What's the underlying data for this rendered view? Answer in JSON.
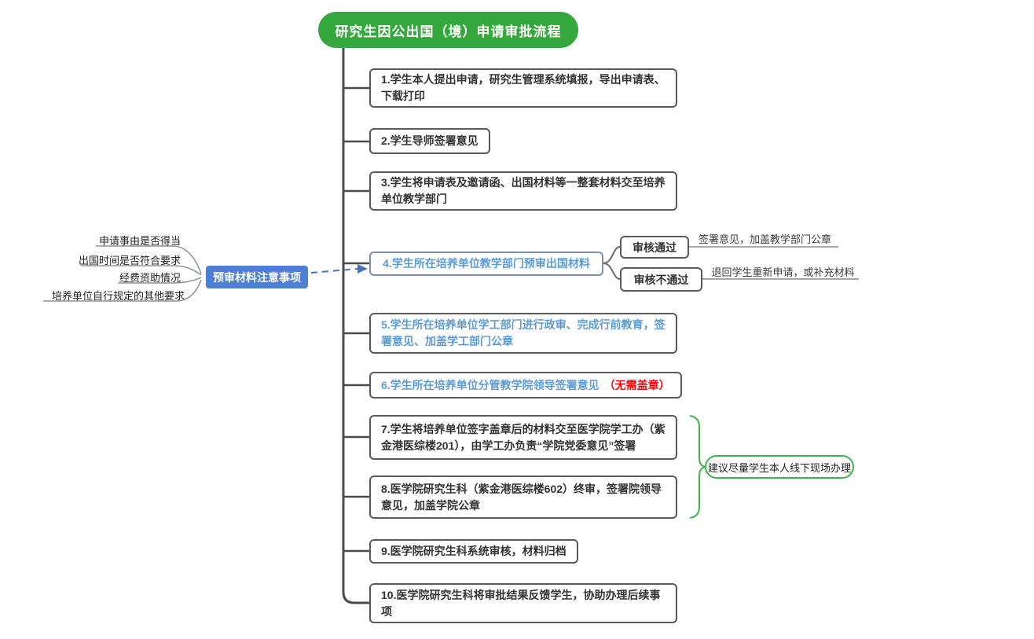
{
  "title": "研究生因公出国（境）申请审批流程",
  "steps": [
    {
      "label": "1.学生本人提出申请，研究生管理系统填报，导出申请表、下载打印"
    },
    {
      "label": "2.学生导师签署意见"
    },
    {
      "label": "3.学生将申请表及邀请函、出国材料等一整套材料交至培养单位教学部门"
    },
    {
      "label": "4.学生所在培养单位教学部门预审出国材料"
    },
    {
      "label": "5.学生所在培养单位学工部门进行政审、完成行前教育，签署意见、加盖学工部门公章"
    },
    {
      "label": "6.学生所在培养单位分管教学院领导签署意见",
      "stamp_note": "（无需盖章）"
    },
    {
      "label": "7.学生将培养单位签字盖章后的材料交至医学院学工办（紫金港医综楼201），由学工办负责“学院党委意见”签署"
    },
    {
      "label": "8.医学院研究生科（紫金港医综楼602）终审，签署院领导意见，加盖学院公章"
    },
    {
      "label": "9.医学院研究生科系统审核，材料归档"
    },
    {
      "label": "10.医学院研究生科将审批结果反馈学生，协助办理后续事项"
    }
  ],
  "precheck": {
    "label": "预审材料注意事项",
    "items": [
      "申请事由是否得当",
      "出国时间是否符合要求",
      "经费资助情况",
      "培养单位自行规定的其他要求"
    ]
  },
  "review": {
    "pass": {
      "label": "审核通过",
      "result": "签署意见，加盖教学部门公章"
    },
    "fail": {
      "label": "审核不通过",
      "result": "退回学生重新申请，或补充材料"
    }
  },
  "note": "建议尽量学生本人线下现场办理",
  "colors": {
    "root_green": "#35a83d",
    "brace_green": "#3cb44b",
    "note_blue": "#4e7fd6",
    "step_blue": "#5b9bd5",
    "warn_red": "#ff0000"
  }
}
